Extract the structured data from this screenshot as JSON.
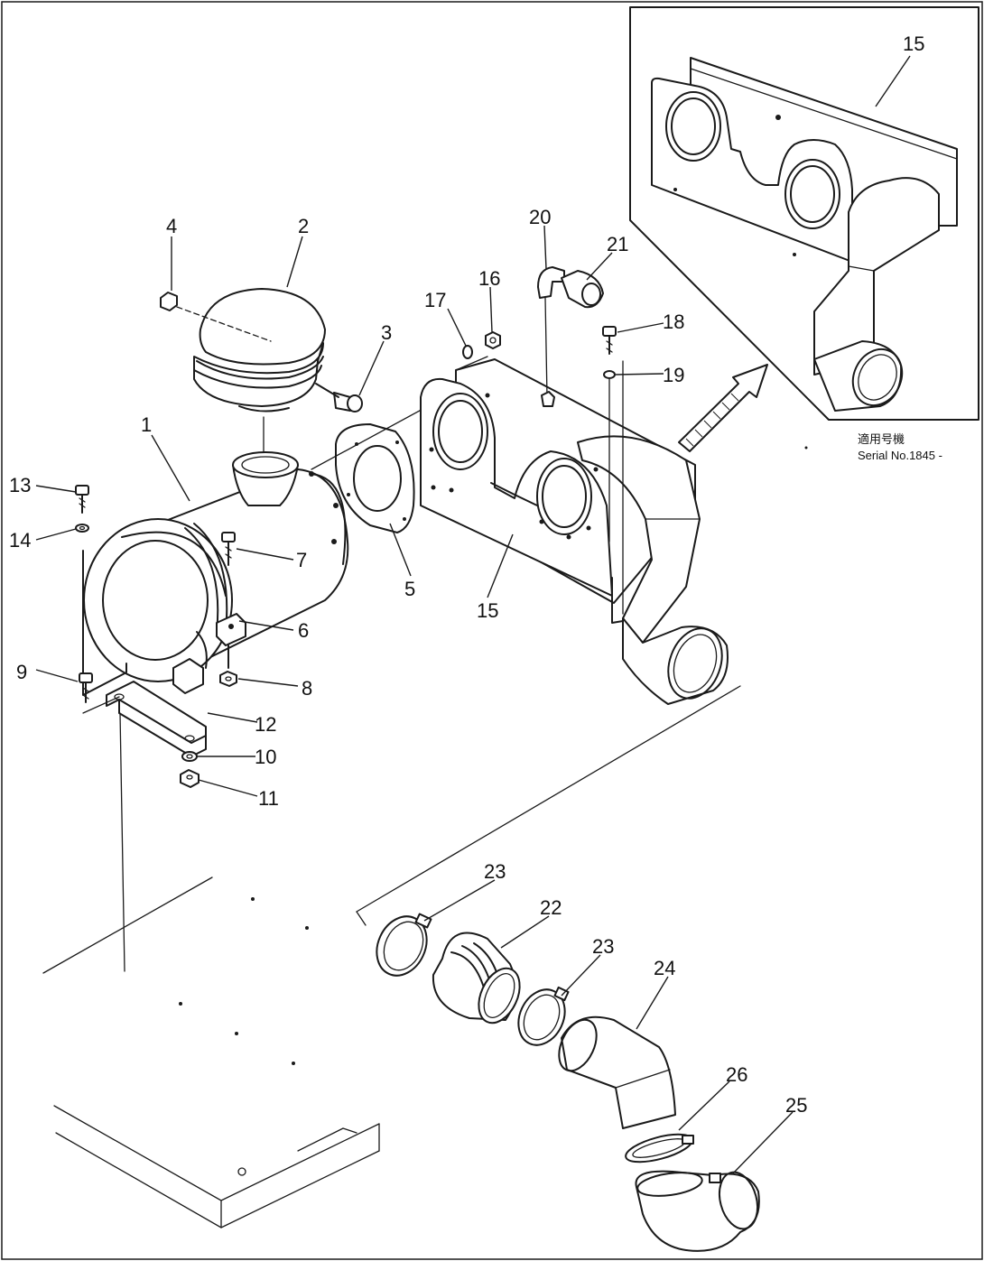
{
  "callouts": {
    "c1": "1",
    "c2": "2",
    "c3": "3",
    "c4": "4",
    "c5": "5",
    "c6": "6",
    "c7": "7",
    "c8": "8",
    "c9": "9",
    "c10": "10",
    "c11": "11",
    "c12": "12",
    "c13": "13",
    "c14": "14",
    "c15a": "15",
    "c15b": "15",
    "c16": "16",
    "c17": "17",
    "c18": "18",
    "c19": "19",
    "c20": "20",
    "c21": "21",
    "c22": "22",
    "c23a": "23",
    "c23b": "23",
    "c24": "24",
    "c25": "25",
    "c26": "26"
  },
  "inset": {
    "callout": "15",
    "caption_jp": "適用号機",
    "caption_serial": "Serial No.1845 -"
  }
}
